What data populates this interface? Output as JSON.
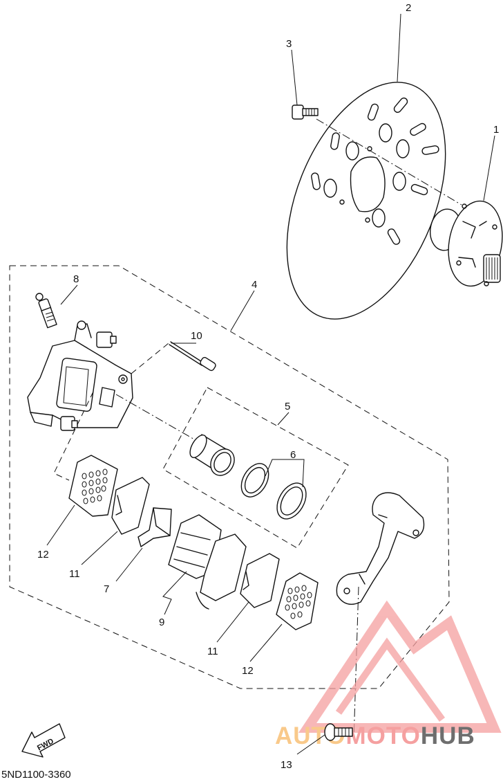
{
  "callouts": {
    "c1": "1",
    "c2": "2",
    "c3": "3",
    "c4": "4",
    "c5": "5",
    "c6": "6",
    "c7": "7",
    "c8": "8",
    "c9": "9",
    "c10": "10",
    "c11a": "11",
    "c11b": "11",
    "c12a": "12",
    "c12b": "12",
    "c13": "13"
  },
  "fwd_label": "FWD",
  "drawing_code": "5ND1100-3360",
  "watermark": {
    "part1": "AUTO",
    "part2": "MOTO",
    "part3": "HUB",
    "color_light": "#f9c98a",
    "color_mid": "#f5a0a0",
    "color_dark": "#6e6e6e"
  }
}
